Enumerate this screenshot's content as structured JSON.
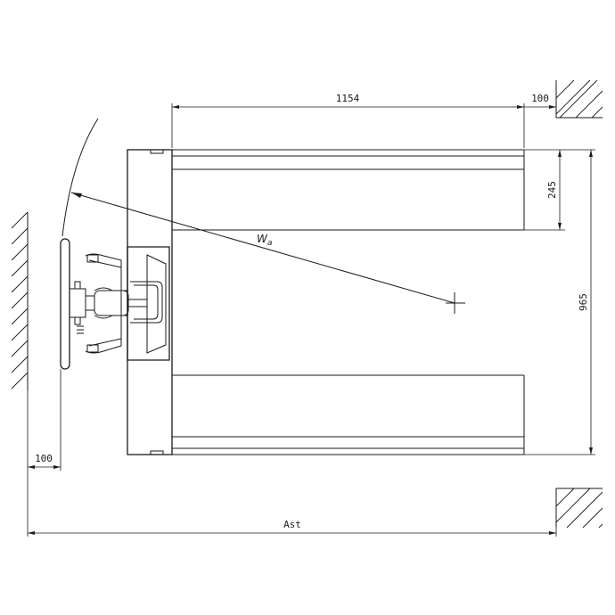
{
  "dimensions": {
    "fork_length": "1154",
    "rear_clearance": "100",
    "fork_width": "245",
    "overall_width": "965",
    "side_clearance": "100",
    "aisle_width": "Ast"
  },
  "labels": {
    "turning_radius": "W",
    "turning_radius_subscript": "a"
  }
}
